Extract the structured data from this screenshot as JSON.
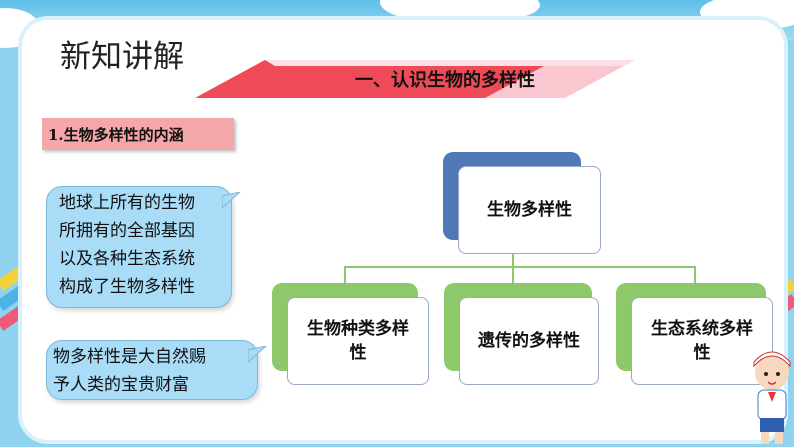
{
  "slide": {
    "section_title": "新知讲解",
    "banner": "一、认识生物的多样性",
    "sub_label": "1.生物多样性的内涵",
    "bubble1_lines": [
      "地球上所有的生物",
      "所拥有的全部基因",
      "以及各种生态系统",
      "构成了生物多样性"
    ],
    "bubble2_lines": [
      "物多样性是大自然赐",
      "予人类的宝贵财富"
    ]
  },
  "diagram": {
    "root": "生物多样性",
    "children": [
      {
        "lines": [
          "生物种类多样",
          "性"
        ]
      },
      {
        "lines": [
          "遗传的多样性"
        ]
      },
      {
        "lines": [
          "生态系统多样",
          "性"
        ]
      }
    ]
  },
  "colors": {
    "background_blue": "#8fd3ee",
    "banner_red": "#ef4a57",
    "banner_pink": "#f9c7d0",
    "sub_label_pink": "#f4a6a8",
    "bubble_blue": "#a8dcf7",
    "root_box_blue": "#4e79b5",
    "child_box_green": "#8dc96a",
    "connector_green": "#8dc96a"
  }
}
